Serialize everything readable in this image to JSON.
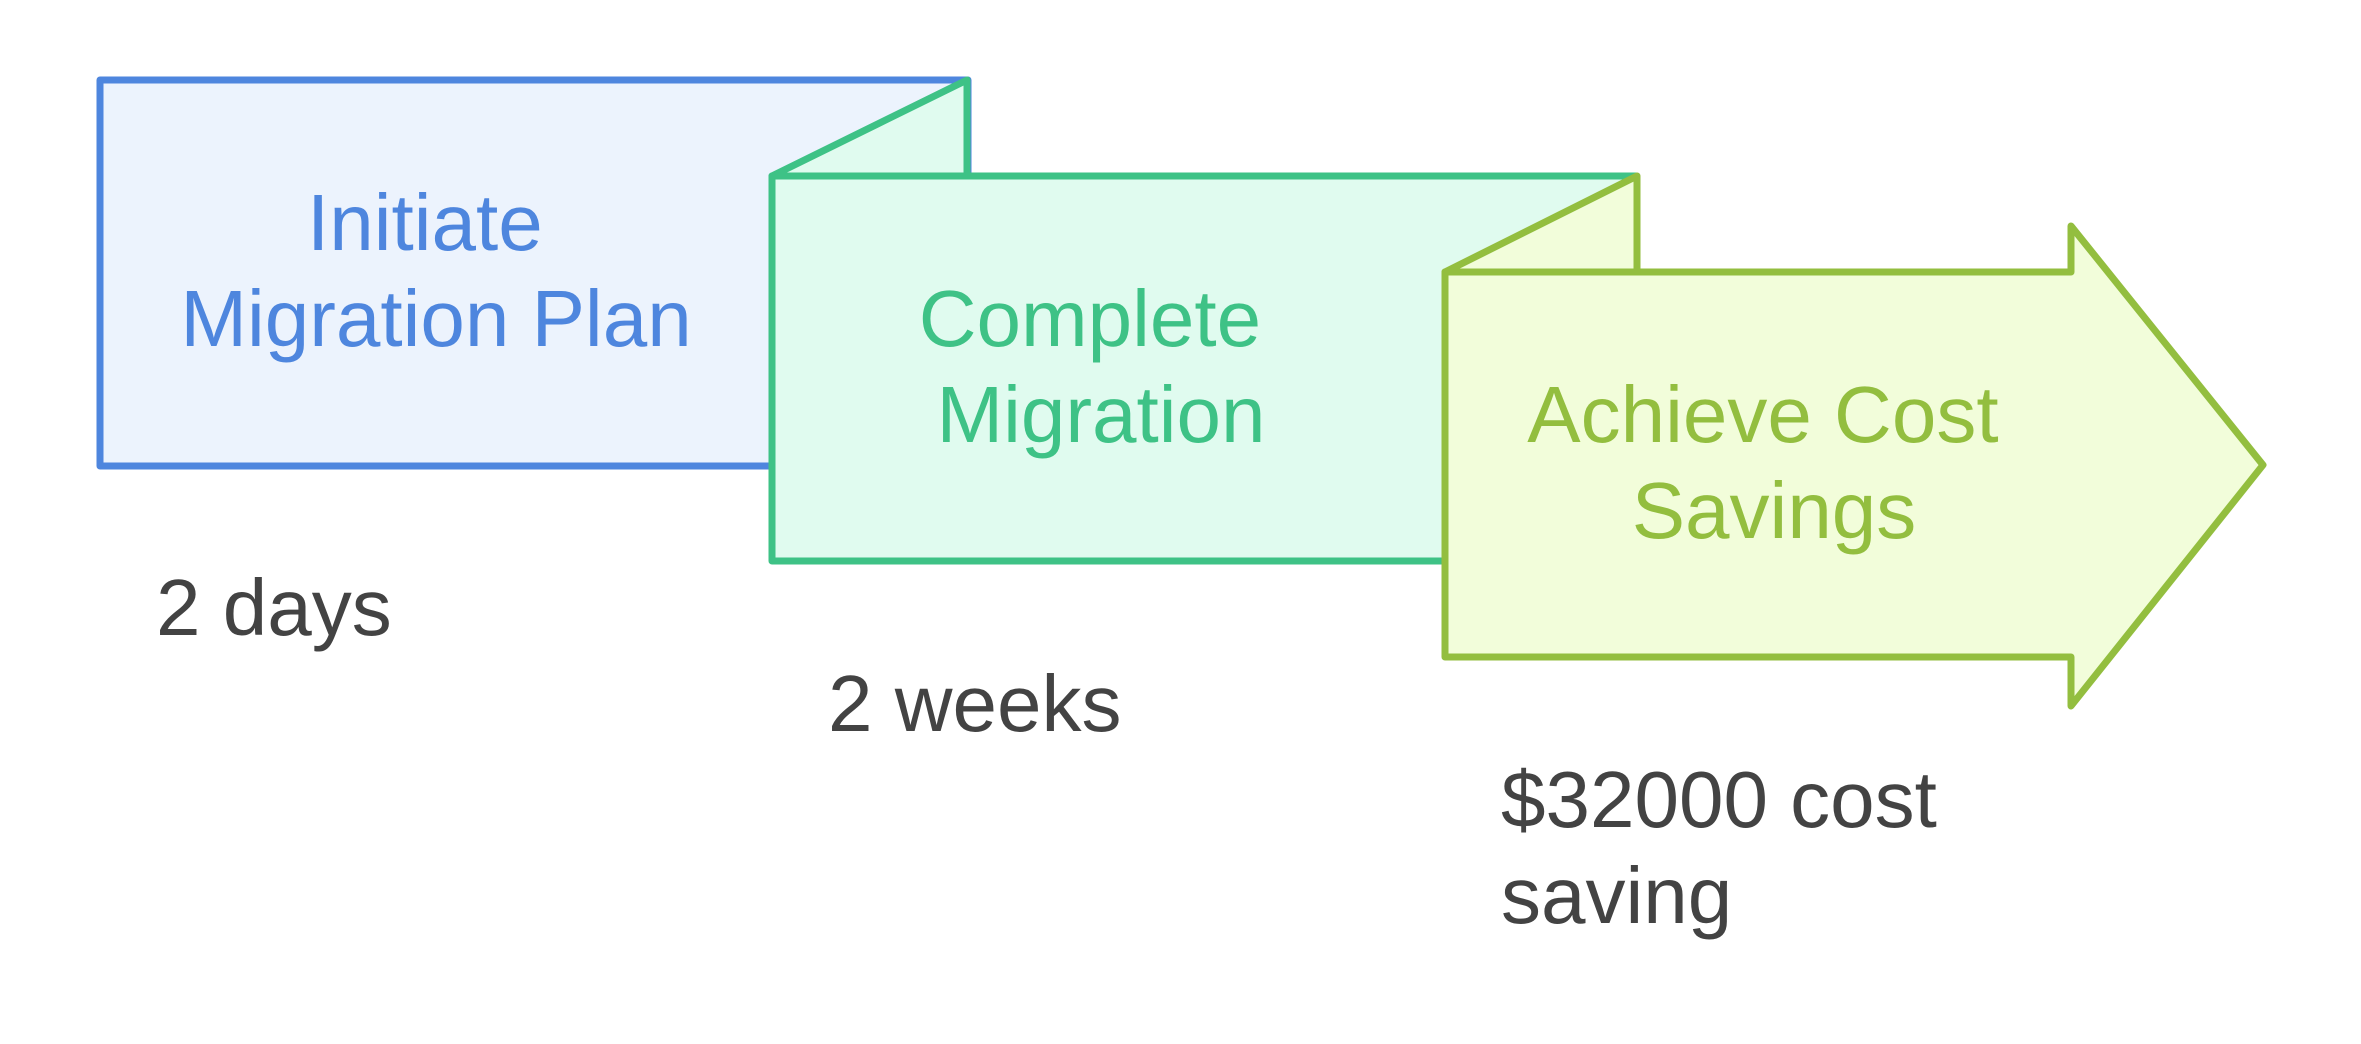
{
  "colors": {
    "step1_stroke": "#4E86DE",
    "step1_fill": "#ECF3FD",
    "step2_stroke": "#3EC286",
    "step2_fill": "#E0FBEF",
    "step3_stroke": "#93BE3F",
    "step3_fill": "#F2FDDA",
    "note_text": "#434343"
  },
  "steps": [
    {
      "lines": [
        "Initiate",
        "Migration Plan"
      ],
      "note": [
        "2 days"
      ]
    },
    {
      "lines": [
        "Complete",
        "Migration"
      ],
      "note": [
        "2 weeks"
      ]
    },
    {
      "lines": [
        "Achieve Cost",
        "Savings"
      ],
      "note": [
        "$32000 cost",
        "saving"
      ]
    }
  ]
}
